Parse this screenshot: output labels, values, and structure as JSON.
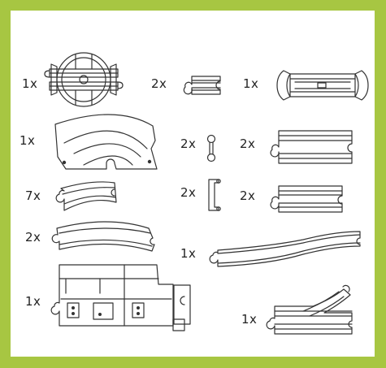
{
  "colors": {
    "background_border": "#a7c642",
    "panel": "#ffffff",
    "ink": "#333333"
  },
  "parts": [
    {
      "id": "turntable",
      "quantity": "1x"
    },
    {
      "id": "short-straight",
      "quantity": "2x"
    },
    {
      "id": "bridge-lift",
      "quantity": "1x"
    },
    {
      "id": "curved-ramp-base",
      "quantity": "1x"
    },
    {
      "id": "male-male-connector",
      "quantity": "2x"
    },
    {
      "id": "long-straight",
      "quantity": "2x"
    },
    {
      "id": "small-curve",
      "quantity": "7x"
    },
    {
      "id": "bracket-connector",
      "quantity": "2x"
    },
    {
      "id": "medium-straight",
      "quantity": "2x"
    },
    {
      "id": "large-curve",
      "quantity": "2x"
    },
    {
      "id": "s-curve-track",
      "quantity": "1x"
    },
    {
      "id": "station-base",
      "quantity": "1x"
    },
    {
      "id": "switch-track",
      "quantity": "1x"
    }
  ]
}
